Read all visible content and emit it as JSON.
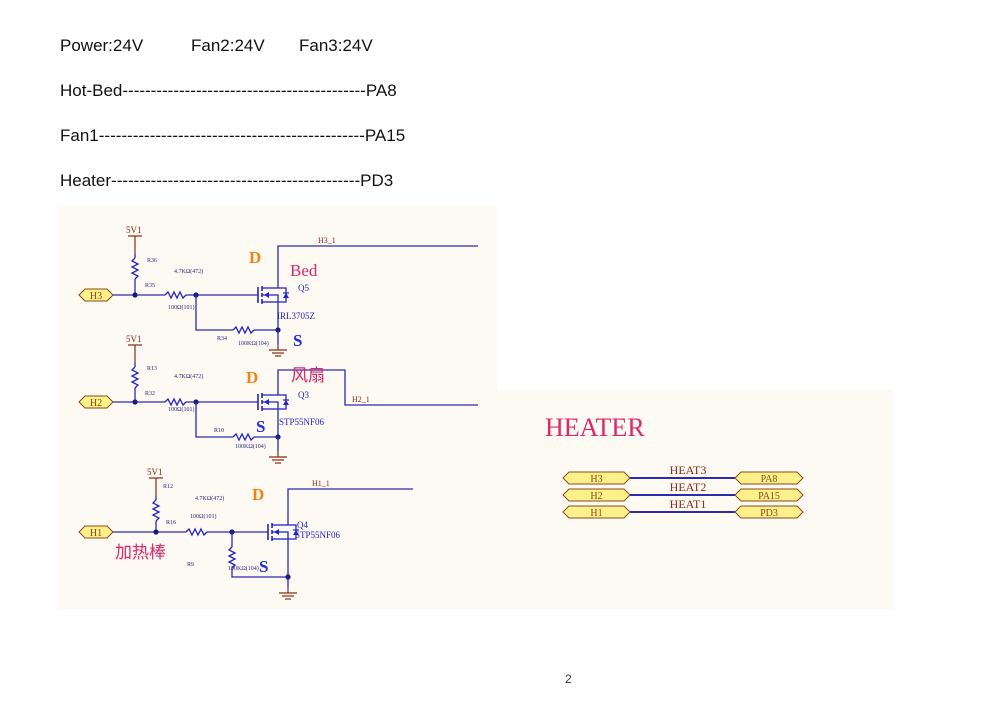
{
  "header": {
    "power": "Power:24V",
    "fan2": "Fan2:24V",
    "fan3": "Fan3:24V"
  },
  "pin_map": [
    {
      "label": "Hot-Bed",
      "dashes": "-------------------------------------------",
      "pin": "PA8"
    },
    {
      "label": "Fan1",
      "dashes": "-----------------------------------------------",
      "pin": "PA15"
    },
    {
      "label": "Heater",
      "dashes": "--------------------------------------------",
      "pin": "PD3"
    }
  ],
  "schematic": {
    "channels": [
      {
        "port": "H3",
        "vcc": "5V1",
        "pullup_ref": "R36",
        "pullup_val": "4.7KΩ(472)",
        "series_ref": "R35",
        "series_val": "100Ω(101)",
        "pulldown_ref": "R34",
        "pulldown_val": "100KΩ(104)",
        "mosfet_ref": "Q5",
        "mosfet_part": "IRL3705Z",
        "net": "H3_1",
        "load_label": "Bed",
        "drain_mark": "D",
        "source_mark": "S"
      },
      {
        "port": "H2",
        "vcc": "5V1",
        "pullup_ref": "R13",
        "pullup_val": "4.7KΩ(472)",
        "series_ref": "R32",
        "series_val": "100Ω(101)",
        "pulldown_ref": "R10",
        "pulldown_val": "100KΩ(104)",
        "mosfet_ref": "Q3",
        "mosfet_part": "STP55NF06",
        "net": "H2_1",
        "load_label": "风扇",
        "drain_mark": "D",
        "source_mark": "S"
      },
      {
        "port": "H1",
        "vcc": "5V1",
        "pullup_ref": "R12",
        "pullup_val": "4.7KΩ(472)",
        "series_ref": "R16",
        "series_val": "100Ω(101)",
        "pulldown_ref": "R9",
        "pulldown_val": "100KΩ(104)",
        "mosfet_ref": "Q4",
        "mosfet_part": "STP55NF06",
        "net": "H1_1",
        "load_label": "加热棒",
        "drain_mark": "D",
        "source_mark": "S"
      }
    ],
    "heater_block": {
      "title": "HEATER",
      "rows": [
        {
          "port": "H3",
          "net": "HEAT3",
          "pin": "PA8"
        },
        {
          "port": "H2",
          "net": "HEAT2",
          "pin": "PA15"
        },
        {
          "port": "H1",
          "net": "HEAT1",
          "pin": "PD3"
        }
      ]
    },
    "colors": {
      "wire": "#2b2bb0",
      "component": "#2323c8",
      "power": "#8b2a1a",
      "label_pink": "#e0266a",
      "drain_orange": "#f5820f",
      "source_blue": "#1a2ee0",
      "port_fill": "#fbf08a",
      "port_stroke": "#8b4a1a",
      "panel_bg": "#fdf9f3"
    }
  },
  "page_number": "2"
}
